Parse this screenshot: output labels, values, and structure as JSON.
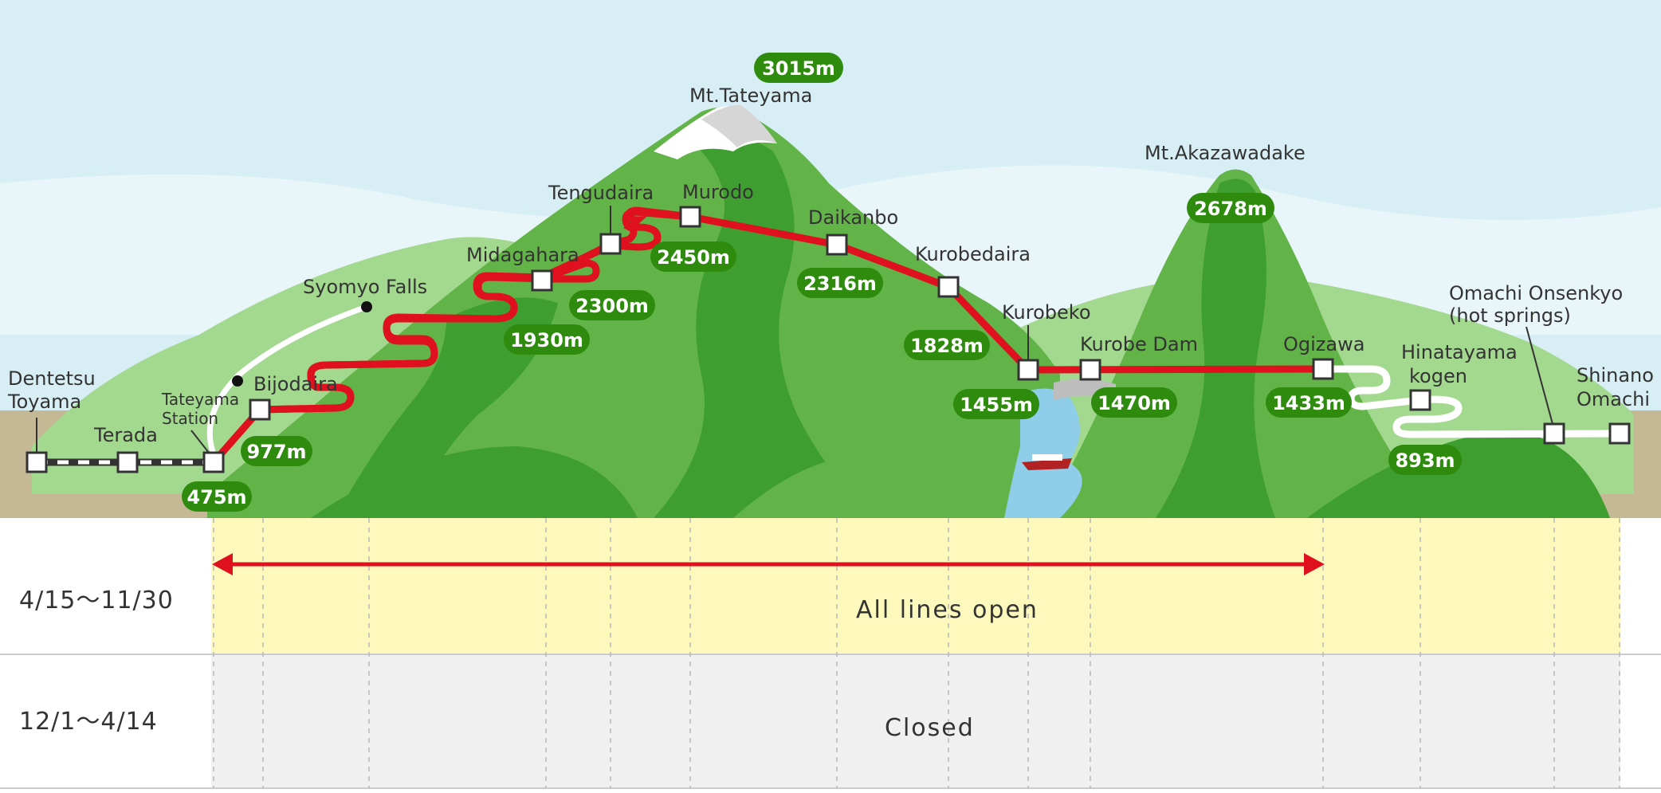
{
  "peaks": {
    "tateyama": {
      "name": "Mt.Tateyama",
      "elevation": "3015m"
    },
    "akazawadake": {
      "name": "Mt.Akazawadake",
      "elevation": "2678m"
    }
  },
  "landmarks": {
    "syomyo_falls": "Syomyo Falls"
  },
  "stations": [
    {
      "id": "dentetsu-toyama",
      "name_line1": "Dentetsu",
      "name_line2": "Toyama",
      "elevation": ""
    },
    {
      "id": "terada",
      "name_line1": "Terada",
      "name_line2": "",
      "elevation": ""
    },
    {
      "id": "tateyama-station",
      "name_line1": "Tateyama",
      "name_line2": "Station",
      "elevation": "475m"
    },
    {
      "id": "bijodaira",
      "name_line1": "Bijodaira",
      "name_line2": "",
      "elevation": "977m"
    },
    {
      "id": "midagahara",
      "name_line1": "Midagahara",
      "name_line2": "",
      "elevation": "1930m"
    },
    {
      "id": "tengudaira",
      "name_line1": "Tengudaira",
      "name_line2": "",
      "elevation": "2300m"
    },
    {
      "id": "murodo",
      "name_line1": "Murodo",
      "name_line2": "",
      "elevation": "2450m"
    },
    {
      "id": "daikanbo",
      "name_line1": "Daikanbo",
      "name_line2": "",
      "elevation": "2316m"
    },
    {
      "id": "kurobedaira",
      "name_line1": "Kurobedaira",
      "name_line2": "",
      "elevation": "1828m"
    },
    {
      "id": "kurobeko",
      "name_line1": "Kurobeko",
      "name_line2": "",
      "elevation": "1455m"
    },
    {
      "id": "kurobe-dam",
      "name_line1": "Kurobe  Dam",
      "name_line2": "",
      "elevation": "1470m"
    },
    {
      "id": "ogizawa",
      "name_line1": "Ogizawa",
      "name_line2": "",
      "elevation": "1433m"
    },
    {
      "id": "hinatayama-kogen",
      "name_line1": "Hinatayama",
      "name_line2": "kogen",
      "elevation": "893m"
    },
    {
      "id": "omachi-onsenkyo",
      "name_line1": "Omachi Onsenkyo",
      "name_line2": "(hot springs)",
      "elevation": ""
    },
    {
      "id": "shinano-omachi",
      "name_line1": "Shinano",
      "name_line2": "Omachi",
      "elevation": ""
    }
  ],
  "schedule": [
    {
      "period": "4/15～11/30",
      "status": "All lines open"
    },
    {
      "period": "12/1～4/14",
      "status": "Closed"
    }
  ],
  "colors": {
    "sky": "#d7eef4",
    "mountain_dark": "#3e9e30",
    "mountain_mid": "#63b448",
    "mountain_light": "#a3d88f",
    "ground": "#c5b895",
    "route_red": "#e0111f",
    "badge_green": "#2e8b0e",
    "open_band": "#fdf8bc",
    "closed_band": "#f0f0f0",
    "water": "#8fcde8"
  }
}
